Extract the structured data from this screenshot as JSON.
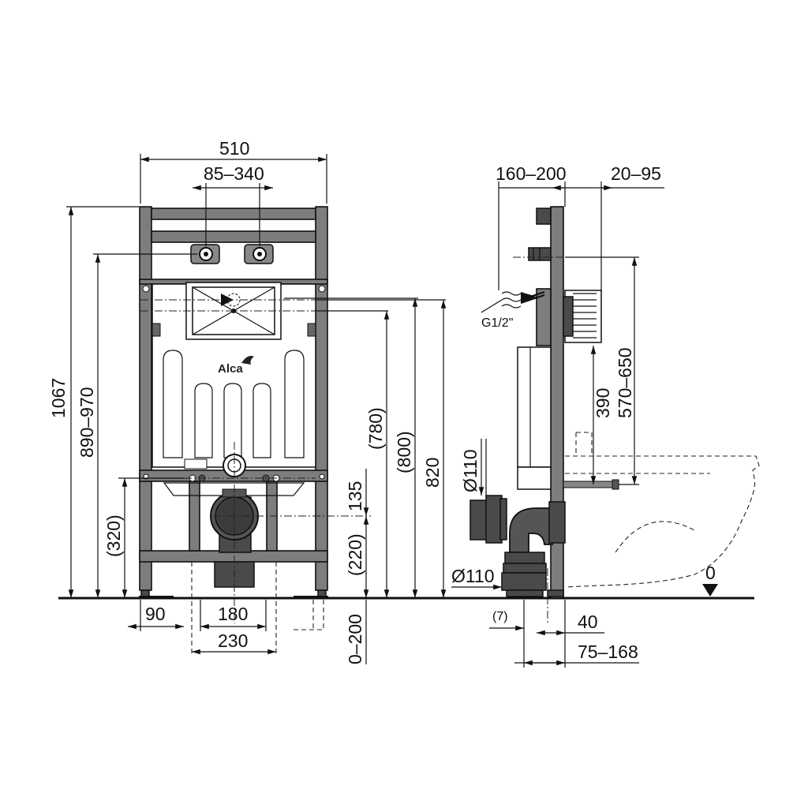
{
  "front_view": {
    "overall_width": "510",
    "inlet_spacing": "85–340",
    "overall_height": "1067",
    "inlet_height": "890–970",
    "bracket_height": "(320)",
    "button_height_low": "(780)",
    "button_height_mid": "(800)",
    "button_height_high": "820",
    "outlet_offset": "135",
    "outlet_height": "(220)",
    "floor_adjust": "0–200",
    "foot_offset": "90",
    "bolt_spacing": "180",
    "drain_width": "230",
    "brand": "Alca"
  },
  "side_view": {
    "depth_range": "160–200",
    "wall_offset": "20–95",
    "connection": "G1/2\"",
    "bolt_height": "390",
    "outlet_height": "570–650",
    "pipe_diameter_top": "Ø110",
    "pipe_diameter_bottom": "Ø110",
    "floor_level": "0",
    "gap": "(7)",
    "offset_40": "40",
    "outlet_depth": "75–168"
  }
}
